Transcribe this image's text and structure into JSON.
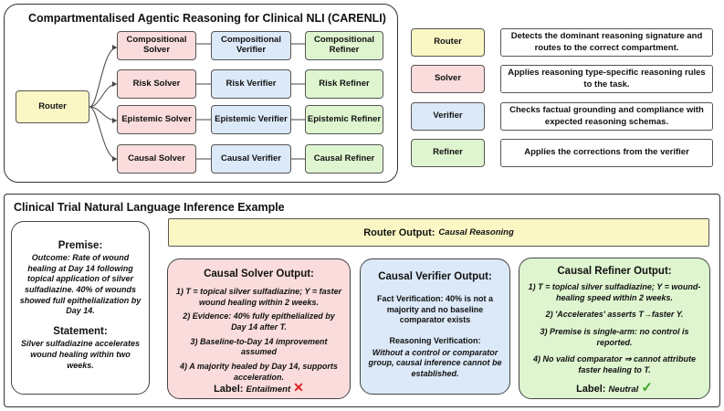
{
  "top_panel": {
    "title": "Compartmentalised Agentic Reasoning for Clinical NLI (CARENLI)",
    "router_label": "Router",
    "rows": [
      {
        "solver": "Compositional Solver",
        "verifier": "Compositional Verifier",
        "refiner": "Compositional Refiner"
      },
      {
        "solver": "Risk Solver",
        "verifier": "Risk Verifier",
        "refiner": "Risk Refiner"
      },
      {
        "solver": "Epistemic Solver",
        "verifier": "Epistemic Verifier",
        "refiner": "Epistemic Refiner"
      },
      {
        "solver": "Causal Solver",
        "verifier": "Causal Verifier",
        "refiner": "Causal Refiner"
      }
    ]
  },
  "legend": [
    {
      "name": "Router",
      "description": "Detects the dominant reasoning signature and routes to the correct compartment.",
      "color": "#fbf7c4"
    },
    {
      "name": "Solver",
      "description": "Applies reasoning type-specific reasoning rules to the task.",
      "color": "#fadcdc"
    },
    {
      "name": "Verifier",
      "description": "Checks factual grounding and compliance with expected reasoning schemas.",
      "color": "#dce9f8"
    },
    {
      "name": "Refiner",
      "description": "Applies the corrections from the verifier",
      "color": "#def5cf"
    }
  ],
  "example": {
    "title": "Clinical Trial Natural Language Inference Example",
    "premise_heading": "Premise:",
    "premise_text": "Outcome: Rate of wound healing at Day 14 following topical application of silver sulfadiazine. 40% of wounds showed full epithelialization by Day 14.",
    "statement_heading": "Statement:",
    "statement_text": "Silver sulfadiazine accelerates wound healing within two weeks.",
    "router_output_label": "Router Output:",
    "router_output_value": "Causal Reasoning",
    "solver": {
      "title": "Causal Solver Output:",
      "items": [
        "1) T = topical silver sulfadiazine; Y = faster wound healing within 2 weeks.",
        "2) Evidence: 40% fully epithelialized by Day 14 after T.",
        "3) Baseline-to-Day 14 improvement assumed",
        "4) A majority healed by Day 14, supports acceleration."
      ],
      "label_prefix": "Label:",
      "label_value": "Entailment",
      "mark": "✕"
    },
    "verifier": {
      "title": "Causal Verifier Output:",
      "fact_text": "Fact Verification: 40% is not a majority and no baseline comparator exists",
      "reasoning_heading": "Reasoning Verification:",
      "reasoning_text": "Without a control or comparator group, causal inference cannot be established."
    },
    "refiner": {
      "title": "Causal Refiner Output:",
      "items": [
        "1) T = topical silver sulfadiazine; Y = wound-healing speed within 2 weeks.",
        "2) 'Accelerates' asserts T→faster Y.",
        "3) Premise is single-arm: no control is reported.",
        "4) No valid comparator ⇒ cannot attribute faster healing to T."
      ],
      "label_prefix": "Label:",
      "label_value": "Neutral",
      "mark": "✓"
    }
  }
}
